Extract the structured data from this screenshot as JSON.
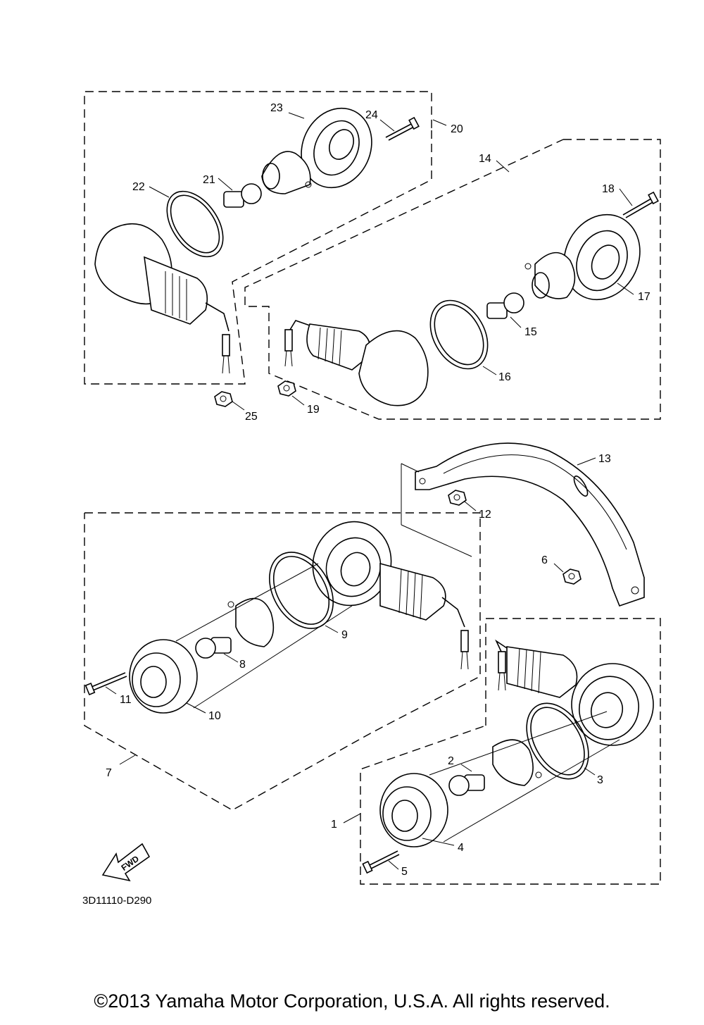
{
  "diagram_code": "3D11110-D290",
  "fwd_label": "FWD",
  "copyright": "©2013 Yamaha Motor Corporation, U.S.A. All rights reserved.",
  "callouts": {
    "c1": "1",
    "c2": "2",
    "c3": "3",
    "c4": "4",
    "c5": "5",
    "c6": "6",
    "c7": "7",
    "c8": "8",
    "c9": "9",
    "c10": "10",
    "c11": "11",
    "c12": "12",
    "c13": "13",
    "c14": "14",
    "c15": "15",
    "c16": "16",
    "c17": "17",
    "c18": "18",
    "c19": "19",
    "c20": "20",
    "c21": "21",
    "c22": "22",
    "c23": "23",
    "c24": "24",
    "c25": "25"
  }
}
